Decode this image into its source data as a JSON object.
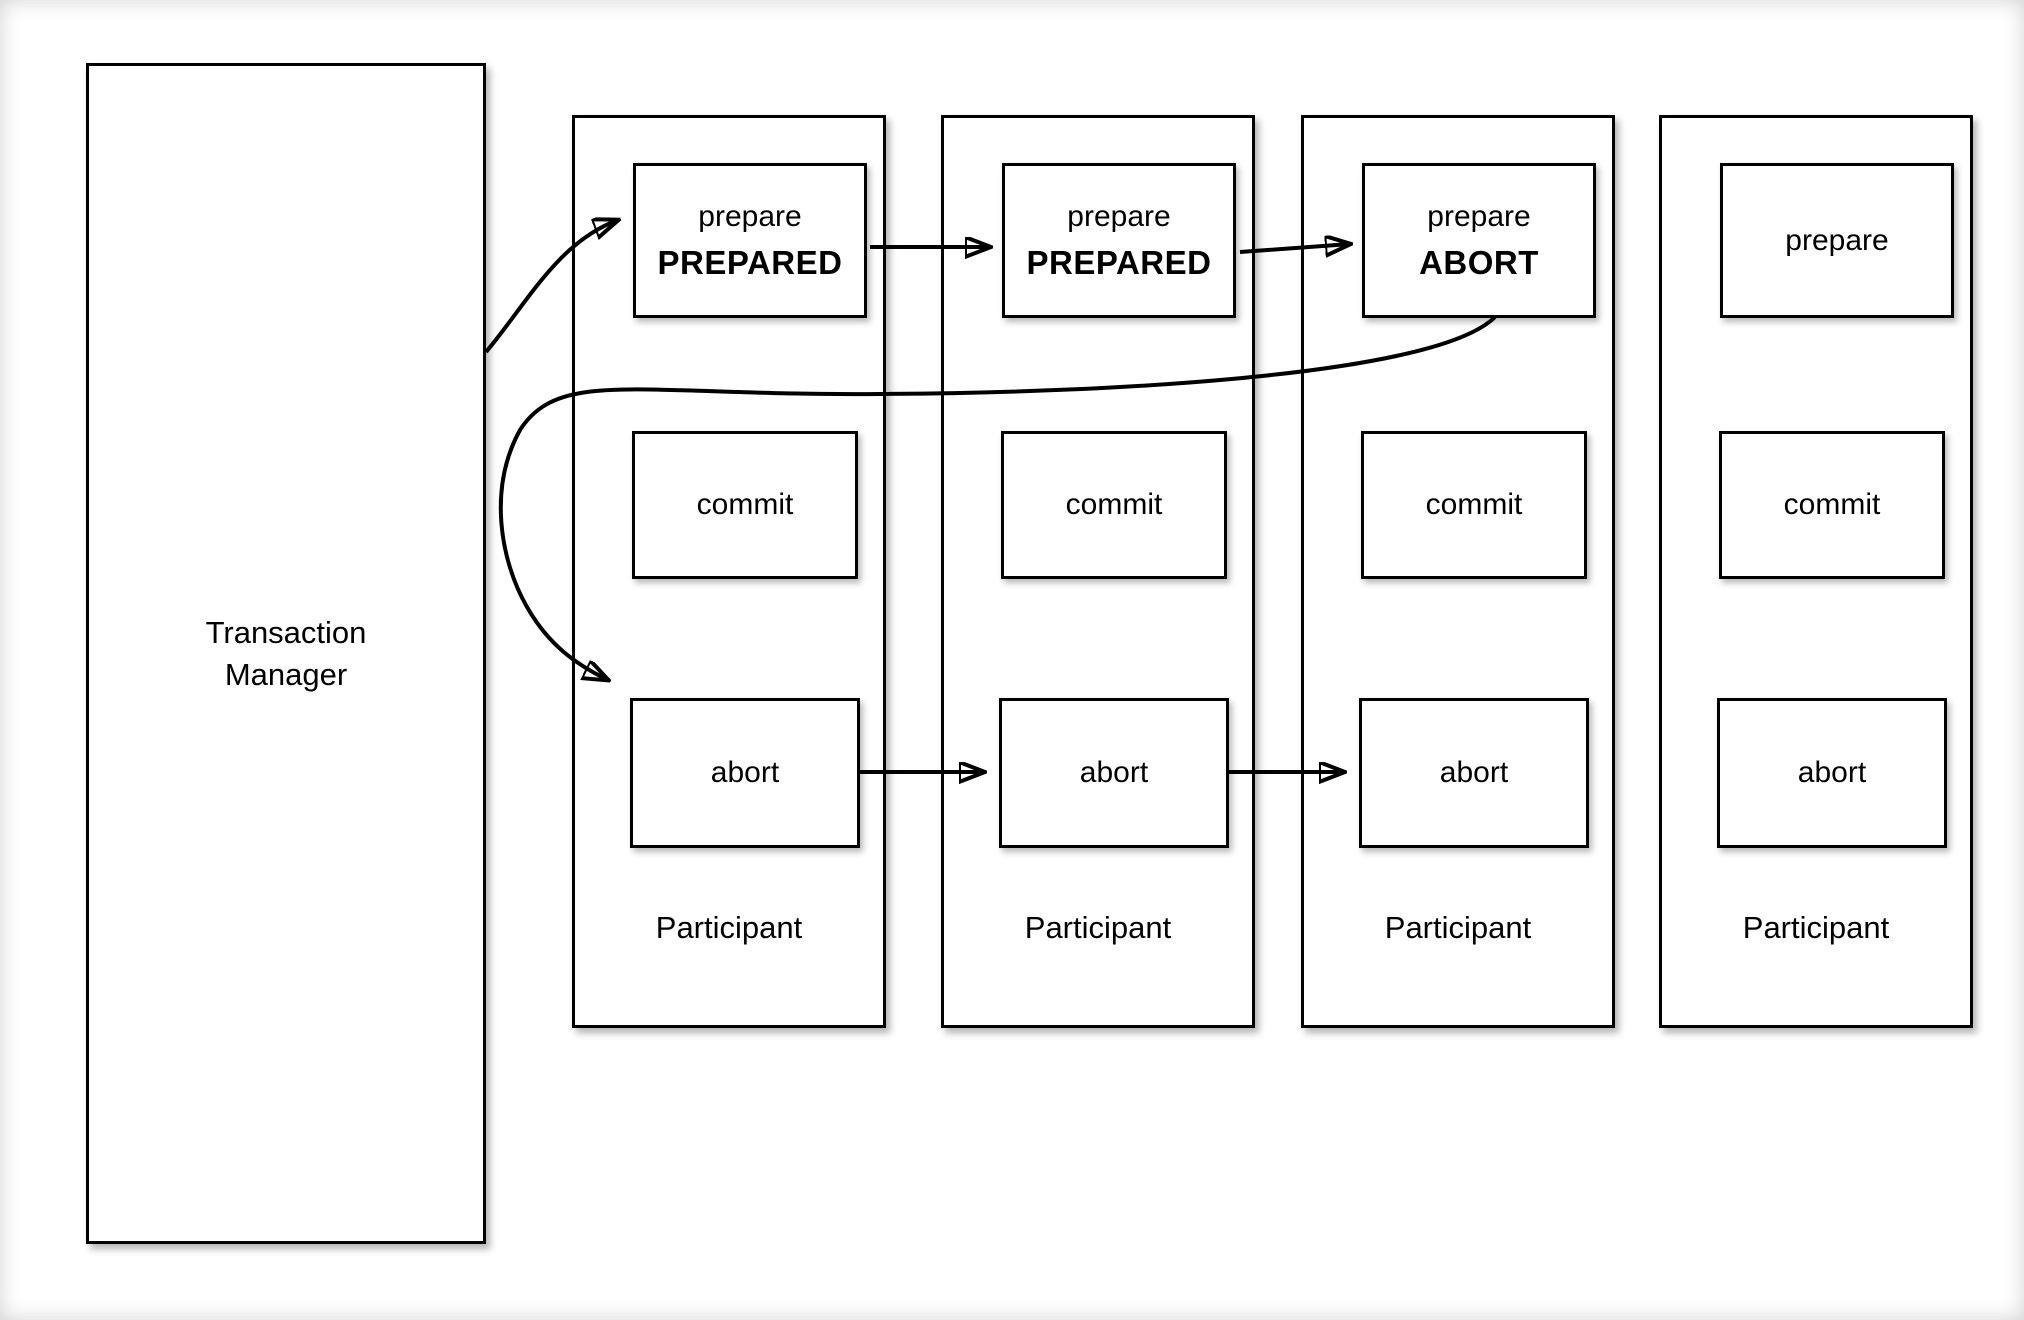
{
  "transaction_manager": {
    "label": "Transaction Manager"
  },
  "participants": [
    {
      "name": "Participant",
      "prepare_label": "prepare",
      "prepare_vote": "PREPARED",
      "commit_label": "commit",
      "abort_label": "abort"
    },
    {
      "name": "Participant",
      "prepare_label": "prepare",
      "prepare_vote": "PREPARED",
      "commit_label": "commit",
      "abort_label": "abort"
    },
    {
      "name": "Participant",
      "prepare_label": "prepare",
      "prepare_vote": "ABORT",
      "commit_label": "commit",
      "abort_label": "abort"
    },
    {
      "name": "Participant",
      "prepare_label": "prepare",
      "prepare_vote": "",
      "commit_label": "commit",
      "abort_label": "abort"
    }
  ],
  "flows": [
    {
      "from": "transaction-manager",
      "to": "participant-1-prepare"
    },
    {
      "from": "participant-1-prepare",
      "to": "participant-2-prepare"
    },
    {
      "from": "participant-2-prepare",
      "to": "participant-3-prepare"
    },
    {
      "from": "participant-3-prepare-abort",
      "to": "participant-1-abort"
    },
    {
      "from": "participant-1-abort",
      "to": "participant-2-abort"
    },
    {
      "from": "participant-2-abort",
      "to": "participant-3-abort"
    }
  ],
  "colors": {
    "background": "#ffffff",
    "border": "#000000",
    "text": "#000000"
  }
}
